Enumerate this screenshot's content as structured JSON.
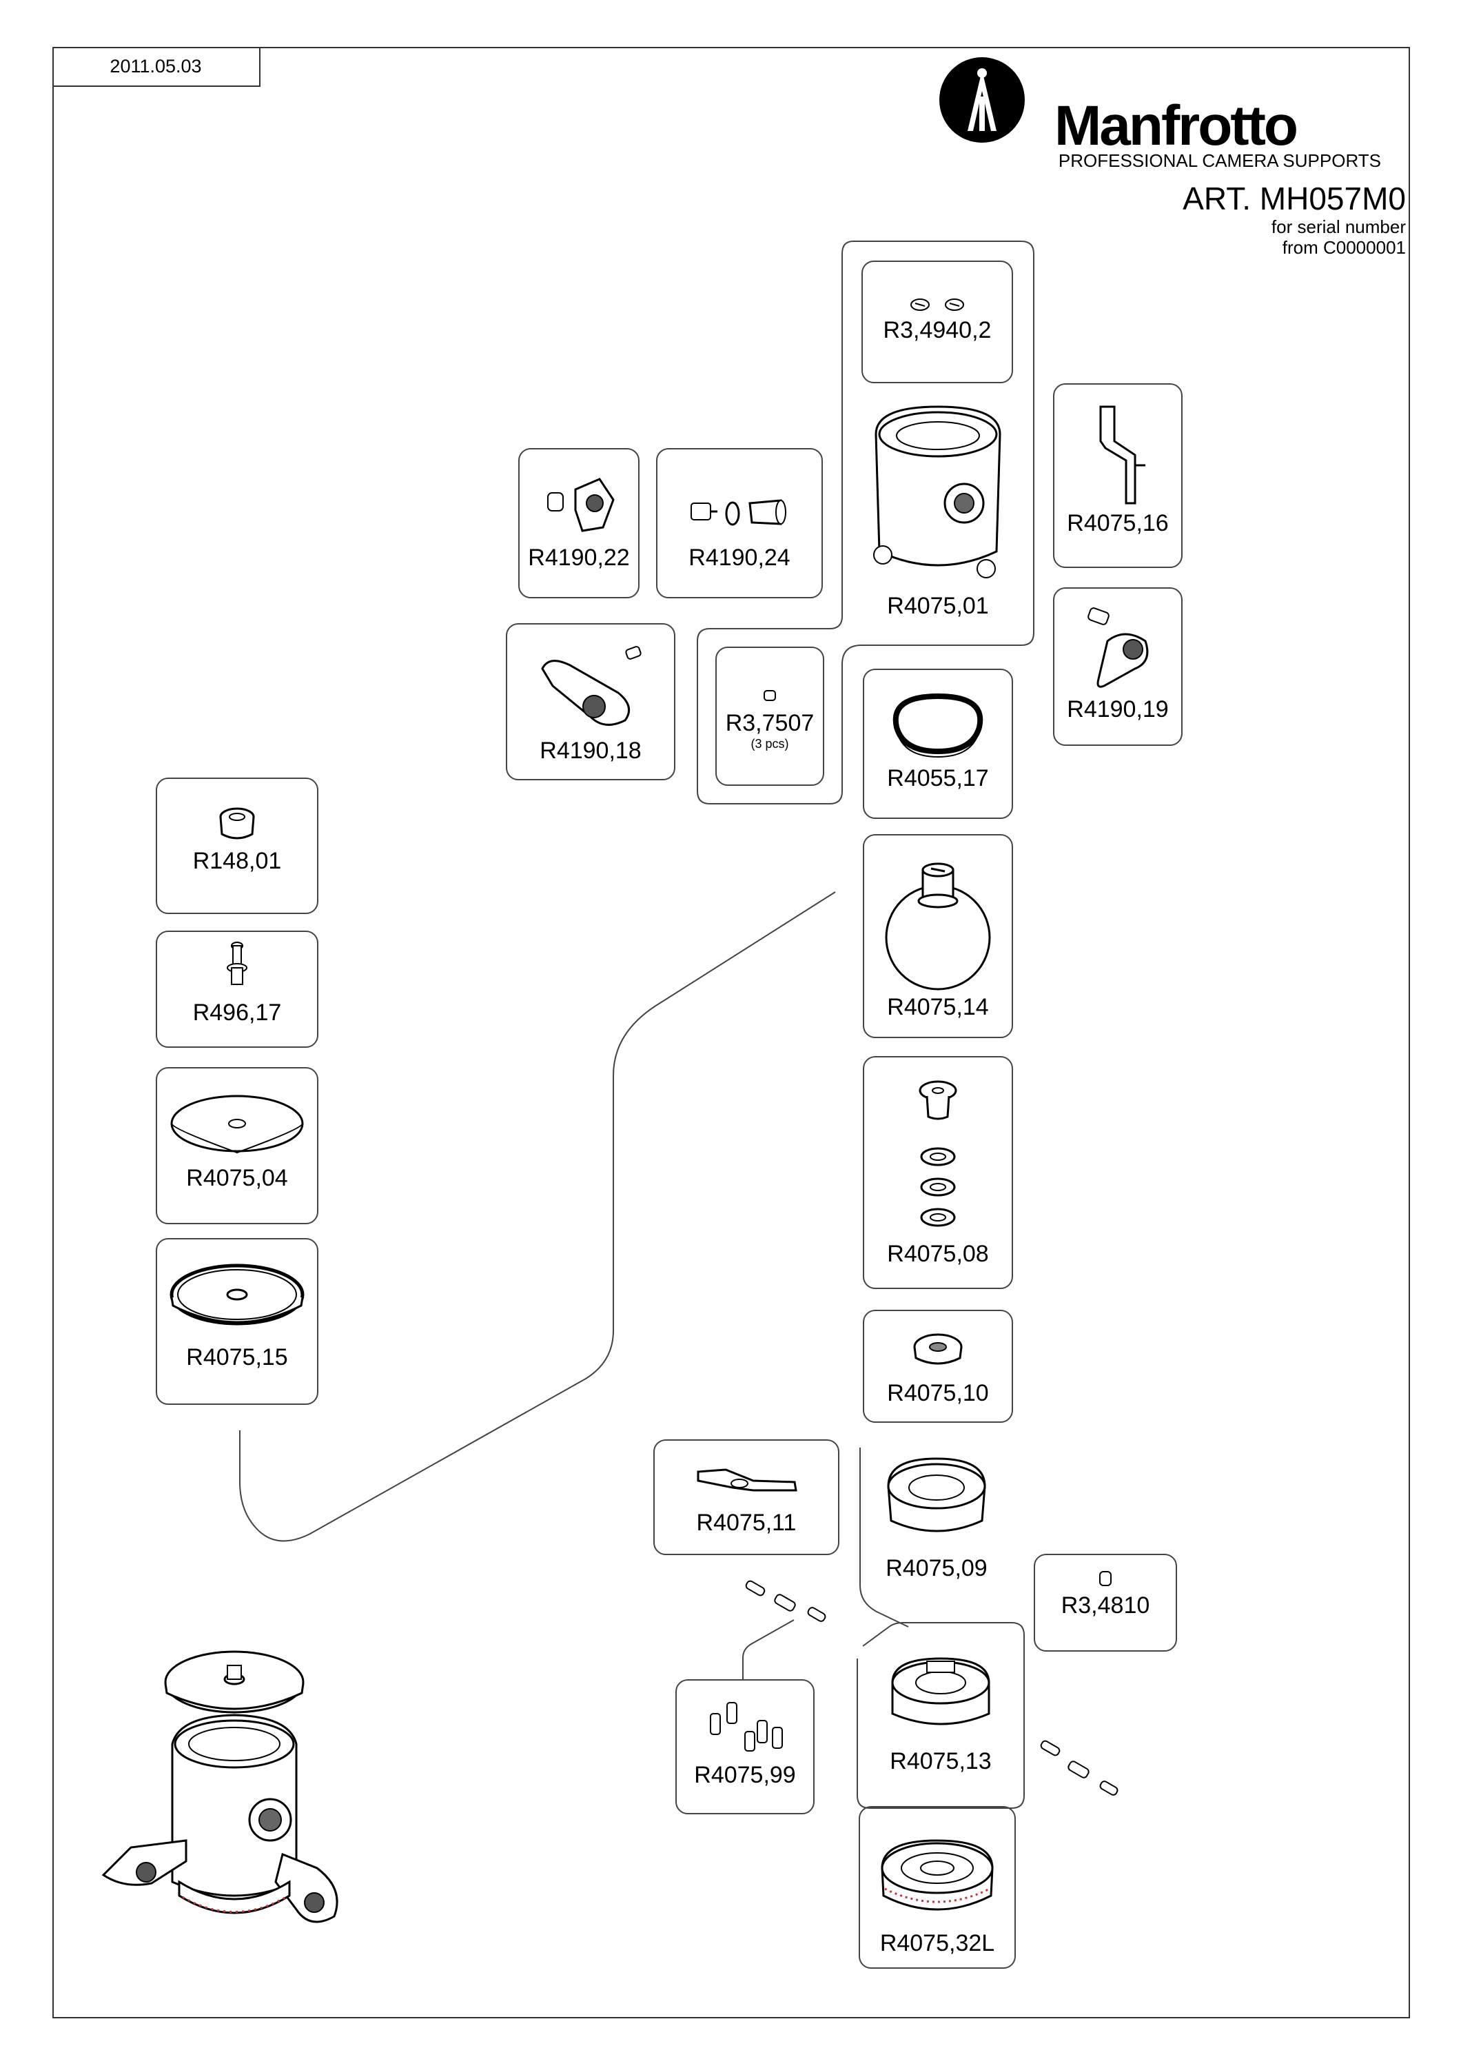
{
  "header": {
    "date": "2011.05.03",
    "brand": "Manfrotto",
    "tagline": "PROFESSIONAL CAMERA SUPPORTS",
    "article": "ART. MH057M0",
    "serial_line1": "for serial number",
    "serial_line2": "from C0000001"
  },
  "parts": [
    {
      "code": "R3,4940,2",
      "icon": "screw-pair-icon"
    },
    {
      "code": "R4075,01",
      "icon": "head-body-icon"
    },
    {
      "code": "R4075,16",
      "icon": "bracket-icon"
    },
    {
      "code": "R4190,22",
      "icon": "knob-icon"
    },
    {
      "code": "R4190,24",
      "icon": "screw-set-icon"
    },
    {
      "code": "R4190,18",
      "icon": "lever-icon"
    },
    {
      "code": "R3,7507",
      "qty": "(3 pcs)",
      "icon": "grub-screw-icon"
    },
    {
      "code": "R4055,17",
      "icon": "ring-icon"
    },
    {
      "code": "R4190,19",
      "icon": "lever-icon"
    },
    {
      "code": "R148,01",
      "icon": "nut-icon"
    },
    {
      "code": "R496,17",
      "icon": "screw-icon"
    },
    {
      "code": "R4075,14",
      "icon": "ball-icon"
    },
    {
      "code": "R4075,04",
      "icon": "disc-icon"
    },
    {
      "code": "R4075,08",
      "icon": "washers-icon"
    },
    {
      "code": "R4075,15",
      "icon": "plate-icon"
    },
    {
      "code": "R4075,10",
      "icon": "bushing-icon"
    },
    {
      "code": "R4075,11",
      "icon": "clamp-lever-icon"
    },
    {
      "code": "R4075,09",
      "icon": "cup-icon"
    },
    {
      "code": "R3,4810",
      "icon": "small-pin-icon"
    },
    {
      "code": "R4075,99",
      "icon": "pins-set-icon"
    },
    {
      "code": "R4075,13",
      "icon": "split-ring-icon"
    },
    {
      "code": "R4075,32L",
      "icon": "panoramic-base-icon"
    }
  ]
}
